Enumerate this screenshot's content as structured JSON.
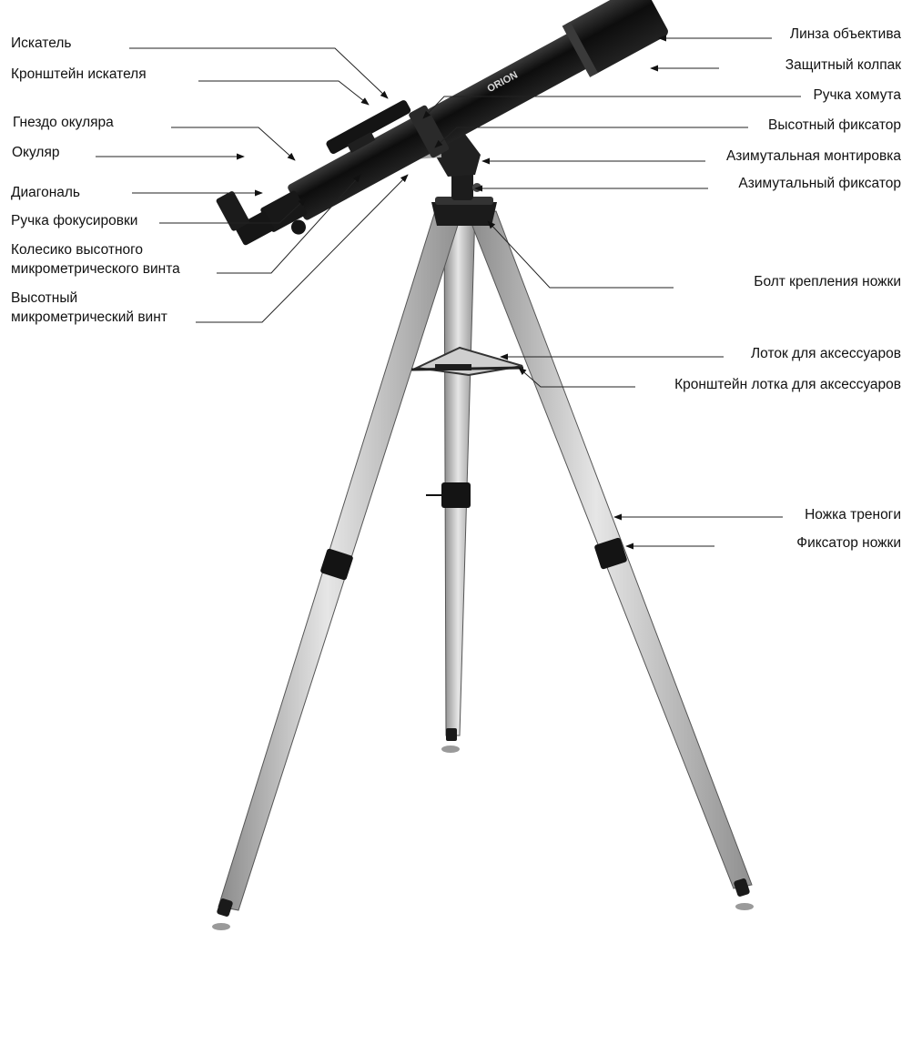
{
  "diagram": {
    "object": "telescope-on-tripod",
    "brand_mark": "ORION",
    "colors": {
      "ink": "#111111",
      "tube": "#161616",
      "metal": "#b9b9b9",
      "leader": "#222222"
    }
  },
  "labels": {
    "left": [
      {
        "id": "finder",
        "text": "Искатель"
      },
      {
        "id": "finder-bracket",
        "text": "Кронштейн искателя"
      },
      {
        "id": "eyepiece-socket",
        "text": "Гнездо окуляра"
      },
      {
        "id": "eyepiece",
        "text": "Окуляр"
      },
      {
        "id": "diagonal",
        "text": "Диагональ"
      },
      {
        "id": "focus-knob",
        "text": "Ручка фокусировки"
      },
      {
        "id": "altitude-slow-motion-wheel",
        "text": "Колесико высотного микрометрического винта"
      },
      {
        "id": "altitude-slow-motion-rod",
        "text": "Высотный микрометрический винт"
      }
    ],
    "right": [
      {
        "id": "objective-lens",
        "text": "Линза объектива"
      },
      {
        "id": "dew-cap",
        "text": "Защитный колпак"
      },
      {
        "id": "ring-knob",
        "text": "Ручка хомута"
      },
      {
        "id": "altitude-lock",
        "text": "Высотный фиксатор"
      },
      {
        "id": "altaz-mount",
        "text": "Азимутальная монтировка"
      },
      {
        "id": "azimuth-lock",
        "text": "Азимутальный фиксатор"
      },
      {
        "id": "leg-bolt",
        "text": "Болт крепления ножки"
      },
      {
        "id": "accessory-tray",
        "text": "Лоток для аксессуаров"
      },
      {
        "id": "tray-bracket",
        "text": "Кронштейн лотка для аксессуаров"
      },
      {
        "id": "tripod-leg",
        "text": "Ножка треноги"
      },
      {
        "id": "leg-lock",
        "text": "Фиксатор ножки"
      }
    ]
  }
}
